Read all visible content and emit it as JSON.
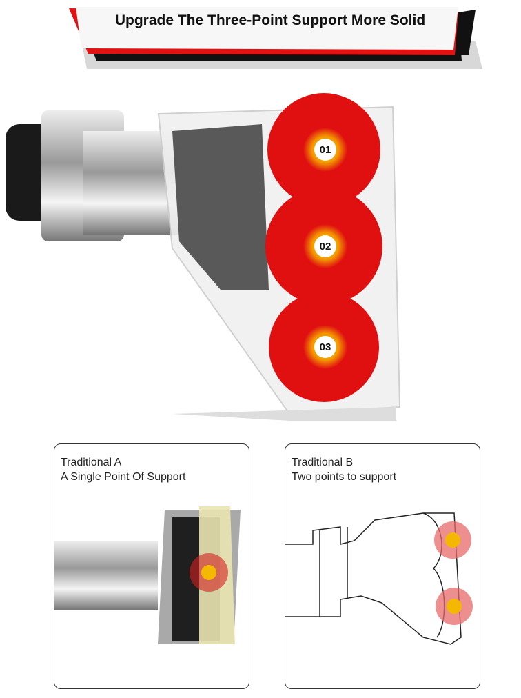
{
  "banner": {
    "title": "Upgrade The Three-Point Support More Solid"
  },
  "hero": {
    "points": [
      "01",
      "02",
      "03"
    ],
    "colors": {
      "gear": "#e01010",
      "marker": "#f5a800"
    }
  },
  "cards": [
    {
      "title": "Traditional A",
      "subtitle": "A Single Point Of Support"
    },
    {
      "title": "Traditional B",
      "subtitle": "Two points to support"
    }
  ]
}
